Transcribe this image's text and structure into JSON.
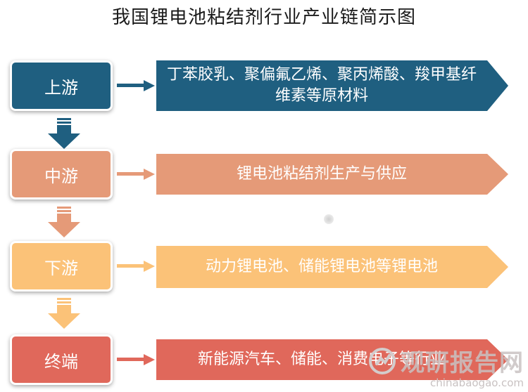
{
  "title": "我国锂电池粘结剂行业产业链简示图",
  "colors": {
    "upstream": "#1f5f80",
    "midstream": "#e59a78",
    "downstream": "#fbc278",
    "terminal": "#e0685b"
  },
  "stages": [
    {
      "label": "上游",
      "description": "丁苯胶乳、聚偏氟乙烯、聚丙烯酸、羧甲基纤维素等原材料"
    },
    {
      "label": "中游",
      "description": "锂电池粘结剂生产与供应"
    },
    {
      "label": "下游",
      "description": "动力锂电池、储能锂电池等锂电池"
    },
    {
      "label": "终端",
      "description": "新能源汽车、储能、消费电子等行业"
    }
  ],
  "watermark": {
    "name": "观研报告网",
    "url": "chinabaogao.com"
  }
}
